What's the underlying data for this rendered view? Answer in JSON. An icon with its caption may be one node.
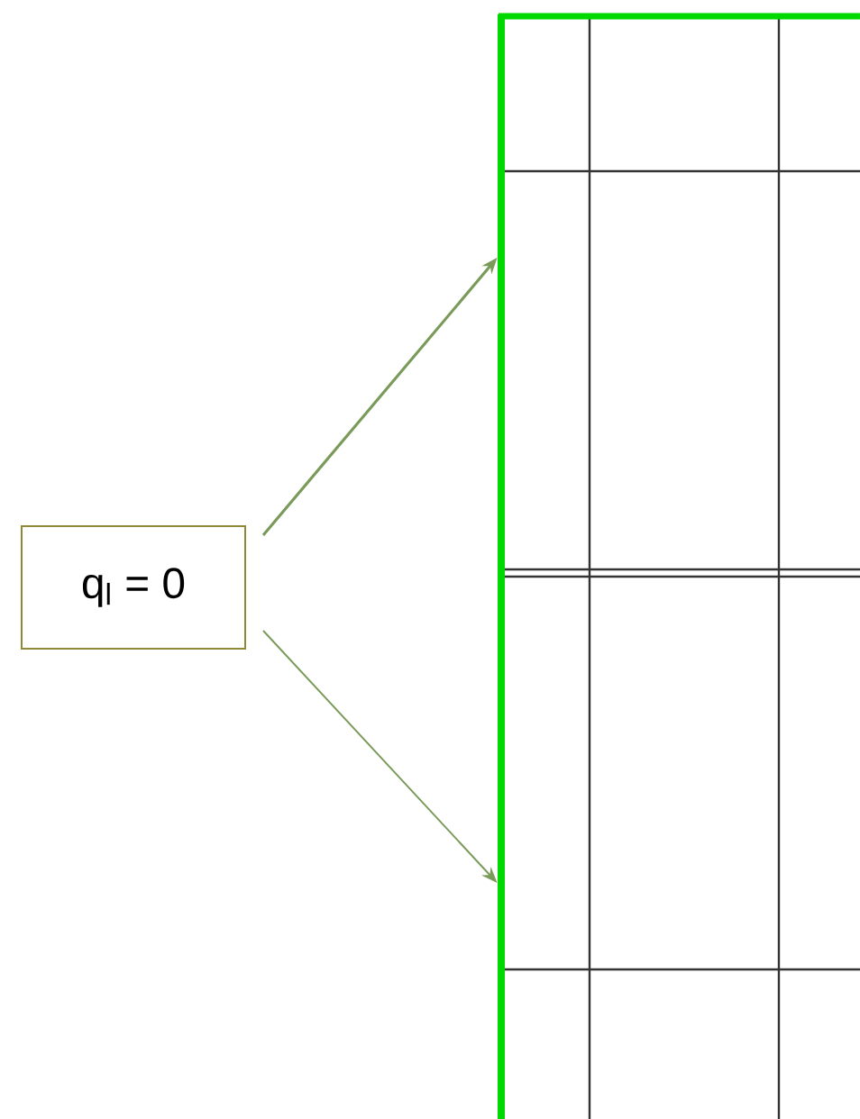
{
  "diagram": {
    "nodes": [
      {
        "text": [
          "q$_{l}$ = 0"
        ]
      },
      {
        "text": [],
        "shape": "bar"
      }
    ],
    "edges": [
      {
        "from": 0,
        "to": 1,
        "arrow": "to"
      },
      {
        "from": 0,
        "to": 1,
        "arrow": "to"
      }
    ]
  }
}
